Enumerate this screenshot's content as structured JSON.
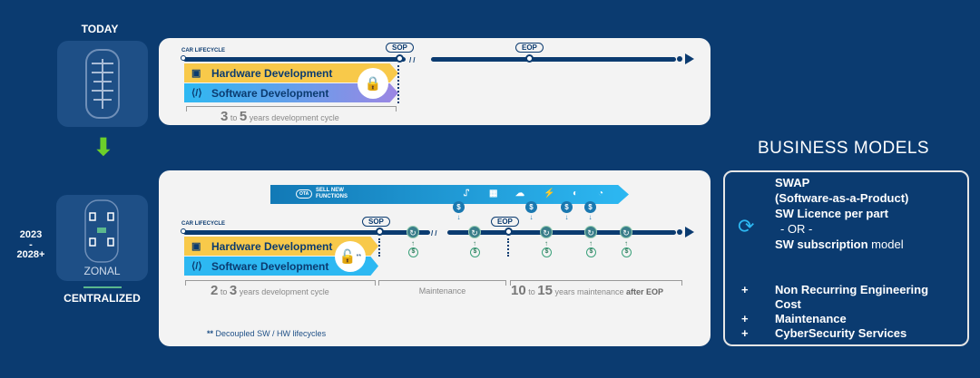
{
  "left": {
    "today": "TODAY",
    "years": [
      "2023",
      "-",
      "2028+"
    ],
    "zonal": "ZONAL",
    "centralized": "CENTRALIZED"
  },
  "top": {
    "car_lifecycle": "CAR LIFECYCLE",
    "sop": "SOP",
    "eop": "EOP",
    "hw": "Hardware Development",
    "sw": "Software Development",
    "cycle": {
      "from": "3",
      "to_word": "to",
      "to": "5",
      "rest": "years development cycle"
    }
  },
  "bottom": {
    "ota": "OTA",
    "sell": "SELL NEW",
    "functions": "FUNCTIONS",
    "car_lifecycle": "CAR LIFECYCLE",
    "sop": "SOP",
    "eop": "EOP",
    "hw": "Hardware Development",
    "sw": "Software Development",
    "lock_mark": "**",
    "dollar": "$",
    "cycle": {
      "from": "2",
      "to_word": "to",
      "to": "3",
      "rest": "years development cycle"
    },
    "maintenance": "Maintenance",
    "maint2": {
      "from": "10",
      "to_word": "to",
      "to": "15",
      "rest": "years maintenance",
      "bold": "after EOP"
    },
    "note_stars": "**",
    "note": "Decoupled SW / HW lifecycles"
  },
  "business": {
    "title": "BUSINESS MODELS",
    "swap": "SWAP",
    "swap2": "(Software-as-a-Product)",
    "licence": "SW Licence per part",
    "or": "- OR -",
    "sub_bold": "SW subscription",
    "sub_rest": " model",
    "items": [
      {
        "plus": "+",
        "text": "Non Recurring Engineering Cost"
      },
      {
        "plus": "+",
        "text": "Maintenance"
      },
      {
        "plus": "+",
        "text": "CyberSecurity Services"
      }
    ]
  }
}
